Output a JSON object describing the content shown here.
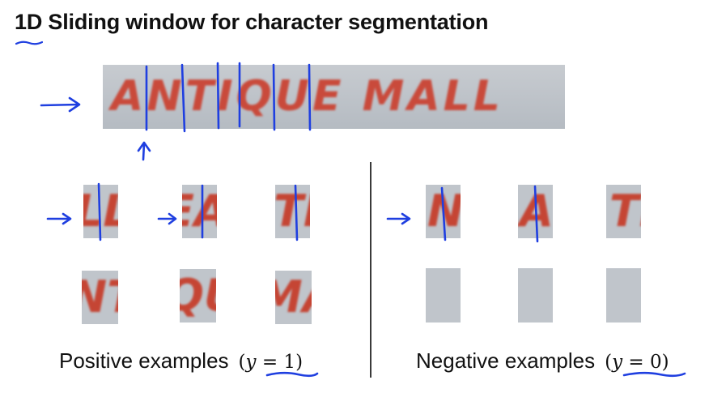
{
  "title": "1D Sliding window for character segmentation",
  "banner": {
    "text": "ANTIQUE MALL"
  },
  "positive_examples": {
    "label": "Positive examples",
    "formula_open": "(",
    "formula_var": "y",
    "formula_eq": " = 1",
    "formula_close": ")",
    "patches": [
      "LL",
      "EA",
      "TI",
      "NT",
      "QU",
      "MA"
    ]
  },
  "negative_examples": {
    "label": "Negative examples",
    "formula_open": "(",
    "formula_var": "y",
    "formula_eq": " = 0",
    "formula_close": ")",
    "patches": [
      "N",
      "A",
      "TI",
      "",
      "",
      ""
    ]
  },
  "colors": {
    "ink": "#1f3fe0",
    "letters": "#c94a3b",
    "patch_background": "#c0c5cb",
    "text": "#111111"
  },
  "icons": [
    "arrow-right-icon",
    "arrow-up-icon",
    "window-boundary-line",
    "underline-scribble"
  ]
}
